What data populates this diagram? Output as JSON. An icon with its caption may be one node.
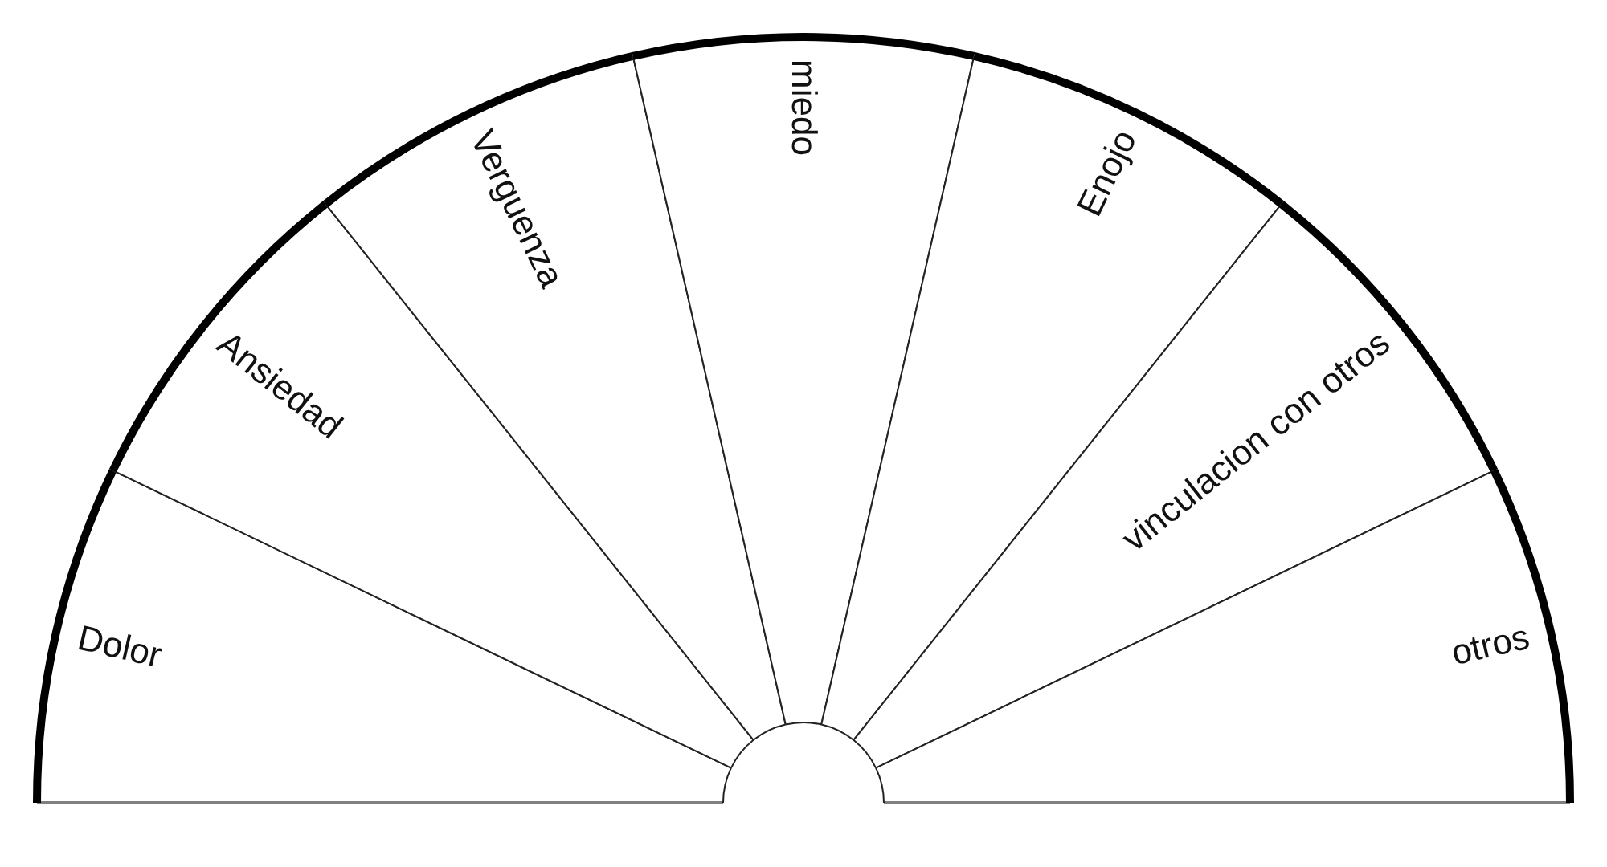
{
  "diagram": {
    "nodes": [
      {
        "text": [
          "Dolor"
        ]
      },
      {
        "text": [
          "Ansiedad"
        ]
      },
      {
        "text": [
          "Verguenza"
        ]
      },
      {
        "text": [
          "miedo"
        ]
      },
      {
        "text": [
          "Enojo"
        ]
      },
      {
        "text": [
          "vinculacion con otros"
        ]
      },
      {
        "text": [
          "otros"
        ]
      }
    ]
  }
}
